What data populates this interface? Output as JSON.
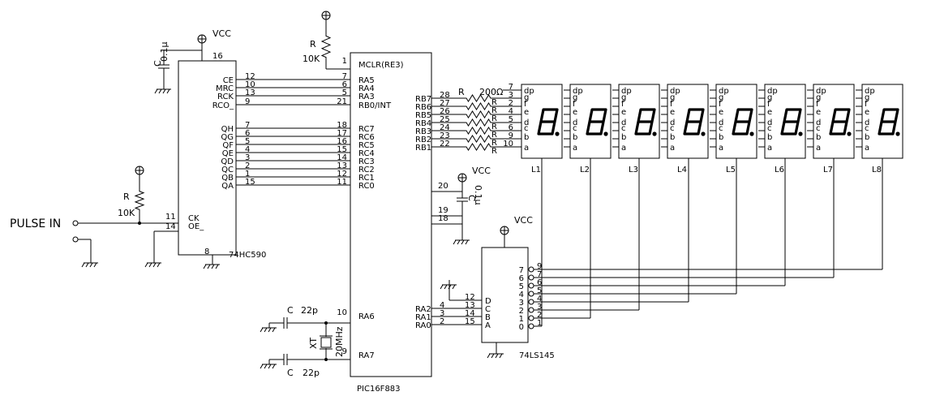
{
  "supply": {
    "vcc": "VCC"
  },
  "input": {
    "label": "PULSE IN"
  },
  "u_590": {
    "name": "74HC590",
    "pin_vcc": "16",
    "pin_gnd": "8",
    "left_pins": [
      {
        "label": "CK",
        "num": "11"
      },
      {
        "label": "OE_",
        "num": "14"
      }
    ],
    "right_pins": [
      {
        "label": "CE",
        "num": "12"
      },
      {
        "label": "MRC",
        "num": "10"
      },
      {
        "label": "RCK",
        "num": "13"
      },
      {
        "label": "RCO_",
        "num": "9"
      },
      {
        "label": "QH",
        "num": "7"
      },
      {
        "label": "QG",
        "num": "6"
      },
      {
        "label": "QF",
        "num": "5"
      },
      {
        "label": "QE",
        "num": "4"
      },
      {
        "label": "QD",
        "num": "3"
      },
      {
        "label": "QC",
        "num": "2"
      },
      {
        "label": "QB",
        "num": "1"
      },
      {
        "label": "QA",
        "num": "15"
      }
    ]
  },
  "mcu": {
    "name": "PIC16F883",
    "left_pins": [
      {
        "label": "MCLR(RE3)",
        "num": "1"
      },
      {
        "label": "RA5",
        "num": "7"
      },
      {
        "label": "RA4",
        "num": "6"
      },
      {
        "label": "RA3",
        "num": "5"
      },
      {
        "label": "RB0/INT",
        "num": "21"
      },
      {
        "label": "RC7",
        "num": "18"
      },
      {
        "label": "RC6",
        "num": "17"
      },
      {
        "label": "RC5",
        "num": "16"
      },
      {
        "label": "RC4",
        "num": "15"
      },
      {
        "label": "RC3",
        "num": "14"
      },
      {
        "label": "RC2",
        "num": "13"
      },
      {
        "label": "RC1",
        "num": "12"
      },
      {
        "label": "RC0",
        "num": "11"
      },
      {
        "label": "RA6",
        "num": "10"
      },
      {
        "label": "RA7",
        "num": "9"
      }
    ],
    "right_pins": [
      {
        "label": "RB7",
        "num": "28"
      },
      {
        "label": "RB6",
        "num": "27"
      },
      {
        "label": "RB5",
        "num": "26"
      },
      {
        "label": "RB4",
        "num": "25"
      },
      {
        "label": "RB3",
        "num": "24"
      },
      {
        "label": "RB2",
        "num": "23"
      },
      {
        "label": "RB1",
        "num": "22"
      },
      {
        "label": "RA2",
        "num": "4"
      },
      {
        "label": "RA1",
        "num": "3"
      },
      {
        "label": "RA0",
        "num": "2"
      }
    ],
    "power_pins": [
      "20",
      "19",
      "18"
    ]
  },
  "decoder": {
    "name": "74LS145",
    "inputs": [
      {
        "label": "D",
        "num": "12"
      },
      {
        "label": "C",
        "num": "13"
      },
      {
        "label": "B",
        "num": "14"
      },
      {
        "label": "A",
        "num": "15"
      }
    ],
    "outputs": [
      {
        "label": "7",
        "num": "9"
      },
      {
        "label": "6",
        "num": "7"
      },
      {
        "label": "5",
        "num": "6"
      },
      {
        "label": "4",
        "num": "5"
      },
      {
        "label": "3",
        "num": "4"
      },
      {
        "label": "2",
        "num": "3"
      },
      {
        "label": "1",
        "num": "2"
      },
      {
        "label": "0",
        "num": "1"
      }
    ]
  },
  "resistors": {
    "pullup": {
      "ref": "R",
      "value": "10K"
    },
    "segment": {
      "ref": "R",
      "value": "200Ω",
      "each": "R"
    }
  },
  "capacitors": {
    "bypass_590": {
      "ref": "C",
      "value": "0.1μ"
    },
    "bypass_mcu": {
      "ref": "C",
      "value": "0.1μ"
    },
    "xtal_caps": {
      "ref": "C",
      "value": "22p"
    }
  },
  "crystal": {
    "ref": "XT",
    "value": "20MHz"
  },
  "display": {
    "segments": [
      "dp",
      "g",
      "f",
      "e",
      "d",
      "c",
      "b",
      "a"
    ],
    "anode_pins": [
      "7",
      "3",
      "2",
      "4",
      "5",
      "6",
      "9",
      "10"
    ],
    "digits": [
      "L1",
      "L2",
      "L3",
      "L4",
      "L5",
      "L6",
      "L7",
      "L8"
    ]
  }
}
